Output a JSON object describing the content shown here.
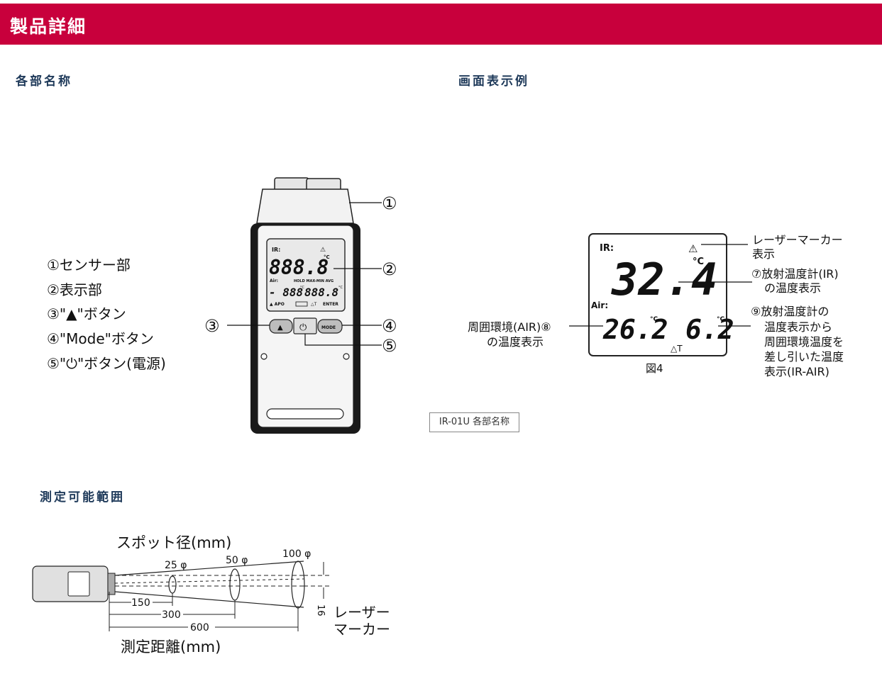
{
  "header": {
    "title": "製品詳細"
  },
  "sections": {
    "parts_title": "各部名称",
    "display_title": "画面表示例",
    "range_title": "測定可能範囲"
  },
  "parts": {
    "labels": [
      "①センサー部",
      "②表示部",
      "③\"▲\"ボタン",
      "④\"Mode\"ボタン",
      "⑤\"⏻\"ボタン(電源)"
    ],
    "callouts": [
      "①",
      "②",
      "③",
      "④",
      "⑤"
    ],
    "lcd": {
      "ir_label": "IR:",
      "main_digits": "888.8",
      "unit": "°C",
      "air_label": "Air:",
      "mode_text": "HOLD MAX-MIN AVG",
      "sub_left": "- 888",
      "sub_right": "888.8",
      "unit_small": "°C",
      "unit_small_right": "°C",
      "bottom_left": "▲ APO",
      "bottom_delta": "△T",
      "bottom_enter": "ENTER",
      "laser_symbol": "⚠"
    },
    "buttons": {
      "up": "▲",
      "power": "⏻",
      "mode": "MODE"
    }
  },
  "display": {
    "ir_label": "IR:",
    "ir_value": "32.4",
    "unit_main": "°C",
    "air_label": "Air:",
    "air_value": "26.2",
    "air_unit": "°C",
    "delta_value": "6.2",
    "delta_unit": "°C",
    "delta_label": "△T",
    "laser_symbol": "⚠",
    "figure_label": "図4",
    "annotations": {
      "laser_marker": [
        "レーザーマーカー",
        "表示"
      ],
      "ir_temp": [
        "⑦放射温度計(IR)",
        "の温度表示"
      ],
      "air_temp": [
        "周囲環境(AIR)⑧",
        "の温度表示"
      ],
      "diff_temp": [
        "⑨放射温度計の",
        "温度表示から",
        "周囲環境温度を",
        "差し引いた温度",
        "表示(IR-AIR)"
      ]
    },
    "caption": "IR-01U 各部名称"
  },
  "range": {
    "spot_title": "スポット径(mm)",
    "spot_25": "25 φ",
    "spot_50": "50 φ",
    "spot_100": "100 φ",
    "dist_150": "150",
    "dist_300": "300",
    "dist_600": "600",
    "laser_offset": "16",
    "laser_label": [
      "レーザー",
      "マーカー"
    ],
    "distance_title": "測定距離(mm)"
  }
}
